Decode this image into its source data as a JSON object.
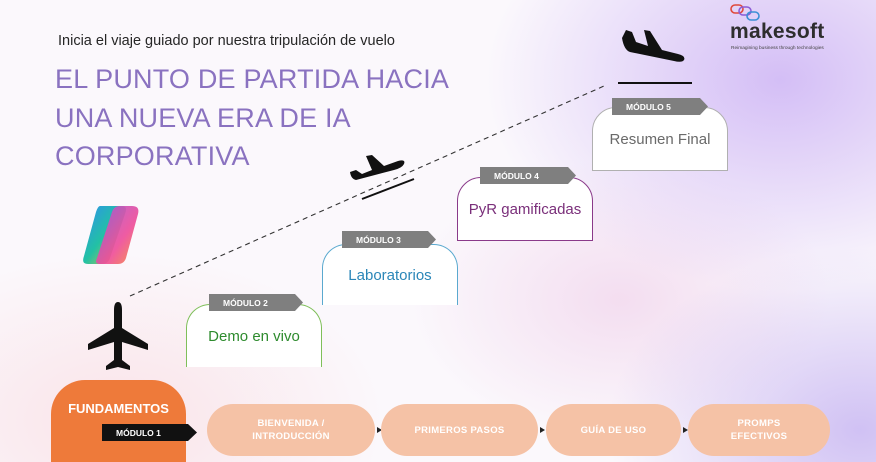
{
  "header": {
    "subtitle": "Inicia el viaje guiado por nuestra tripulación de vuelo",
    "title_lines": [
      "EL PUNTO DE PARTIDA HACIA",
      "UNA NUEVA ERA DE IA",
      "CORPORATIVA"
    ]
  },
  "logo": {
    "name": "makesoft",
    "tagline": "Reimagining business through technologies"
  },
  "modules": {
    "m1": {
      "tag": "MÓDULO 1",
      "title": "FUNDAMENTOS"
    },
    "m2": {
      "tag": "MÓDULO 2",
      "title": "Demo en vivo"
    },
    "m3": {
      "tag": "MÓDULO 3",
      "title": "Laboratorios"
    },
    "m4": {
      "tag": "MÓDULO 4",
      "title": "PyR gamificadas"
    },
    "m5": {
      "tag": "MÓDULO 5",
      "title": "Resumen Final"
    }
  },
  "steps": [
    {
      "lines": [
        "BIENVENIDA /",
        "INTRODUCCIÓN"
      ]
    },
    {
      "lines": [
        "PRIMEROS PASOS"
      ]
    },
    {
      "lines": [
        "GUÍA DE USO"
      ]
    },
    {
      "lines": [
        "PROMPS",
        "EFECTIVOS"
      ]
    }
  ],
  "colors": {
    "title": "#8a72c0",
    "fundamentos": "#ee7a3a",
    "step_pill": "#f5c2a6",
    "demo_border": "#7fbf5a",
    "demo_text": "#2e8b2e",
    "lab_border": "#5aa9cf",
    "lab_text": "#2a86b8",
    "pyr_border": "#8a3a8a",
    "pyr_text": "#7a2f7a",
    "resumen_border": "#b0b0b0",
    "resumen_text": "#6a6a6a"
  },
  "icons": [
    "airplane-up-icon",
    "airplane-takeoff-icon",
    "airplane-landing-icon",
    "copilot-logo-icon",
    "makesoft-logo-icon"
  ]
}
